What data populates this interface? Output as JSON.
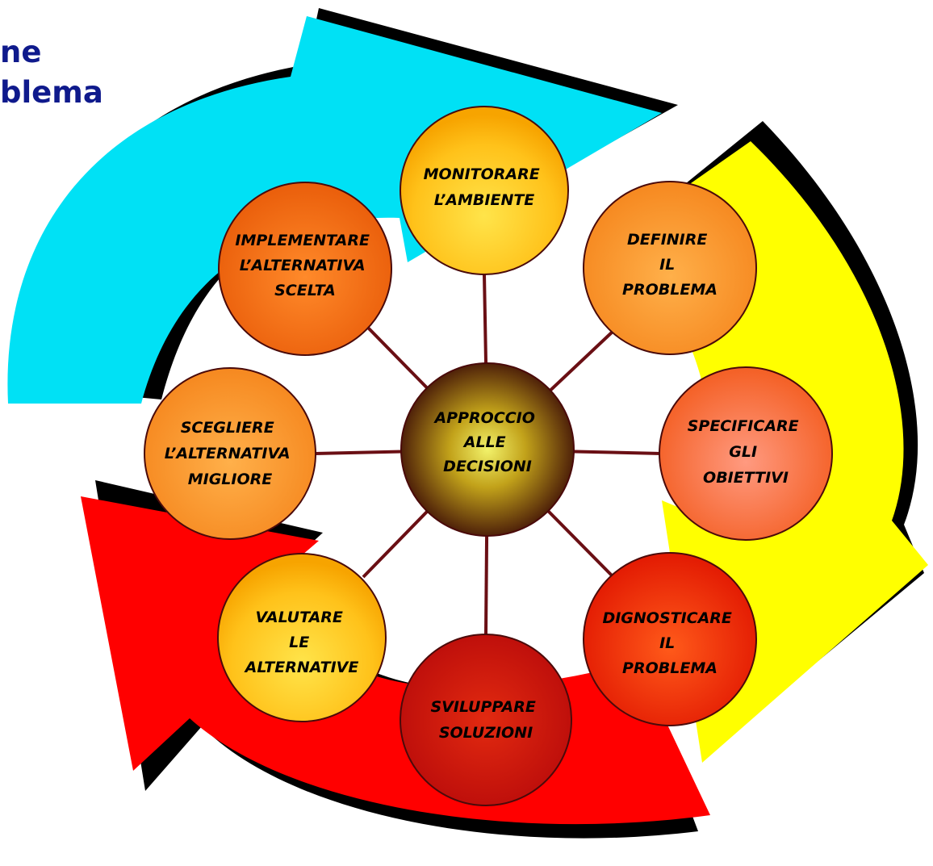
{
  "title": {
    "line1": "ne",
    "line2": "blema"
  },
  "hub": {
    "lines": [
      "APPROCCIO",
      "ALLE",
      "DECISIONI"
    ]
  },
  "nodes": [
    {
      "id": "monitorare",
      "lines": [
        "MONITORARE",
        "L’AMBIENTE"
      ]
    },
    {
      "id": "definire",
      "lines": [
        "DEFINIRE",
        "IL",
        "PROBLEMA"
      ]
    },
    {
      "id": "specificare",
      "lines": [
        "SPECIFICARE",
        "GLI",
        "OBIETTIVI"
      ]
    },
    {
      "id": "dignosticare",
      "lines": [
        "DIGNOSTICARE",
        "IL",
        "PROBLEMA"
      ]
    },
    {
      "id": "sviluppare",
      "lines": [
        "SVILUPPARE",
        "SOLUZIONI"
      ]
    },
    {
      "id": "valutare",
      "lines": [
        "VALUTARE",
        "LE",
        "ALTERNATIVE"
      ]
    },
    {
      "id": "scegliere",
      "lines": [
        "SCEGLIERE",
        "L’ALTERNATIVA",
        "MIGLIORE"
      ]
    },
    {
      "id": "implementare",
      "lines": [
        "IMPLEMENTARE",
        "L’ALTERNATIVA",
        "SCELTA"
      ]
    }
  ],
  "colors": {
    "title": "#0f1a8c",
    "arrow_cyan": "#00e1f5",
    "arrow_yellow": "#ffff00",
    "arrow_red": "#ff0000",
    "spoke": "#6a0f14",
    "circle_stroke": "#4a0a0a"
  }
}
